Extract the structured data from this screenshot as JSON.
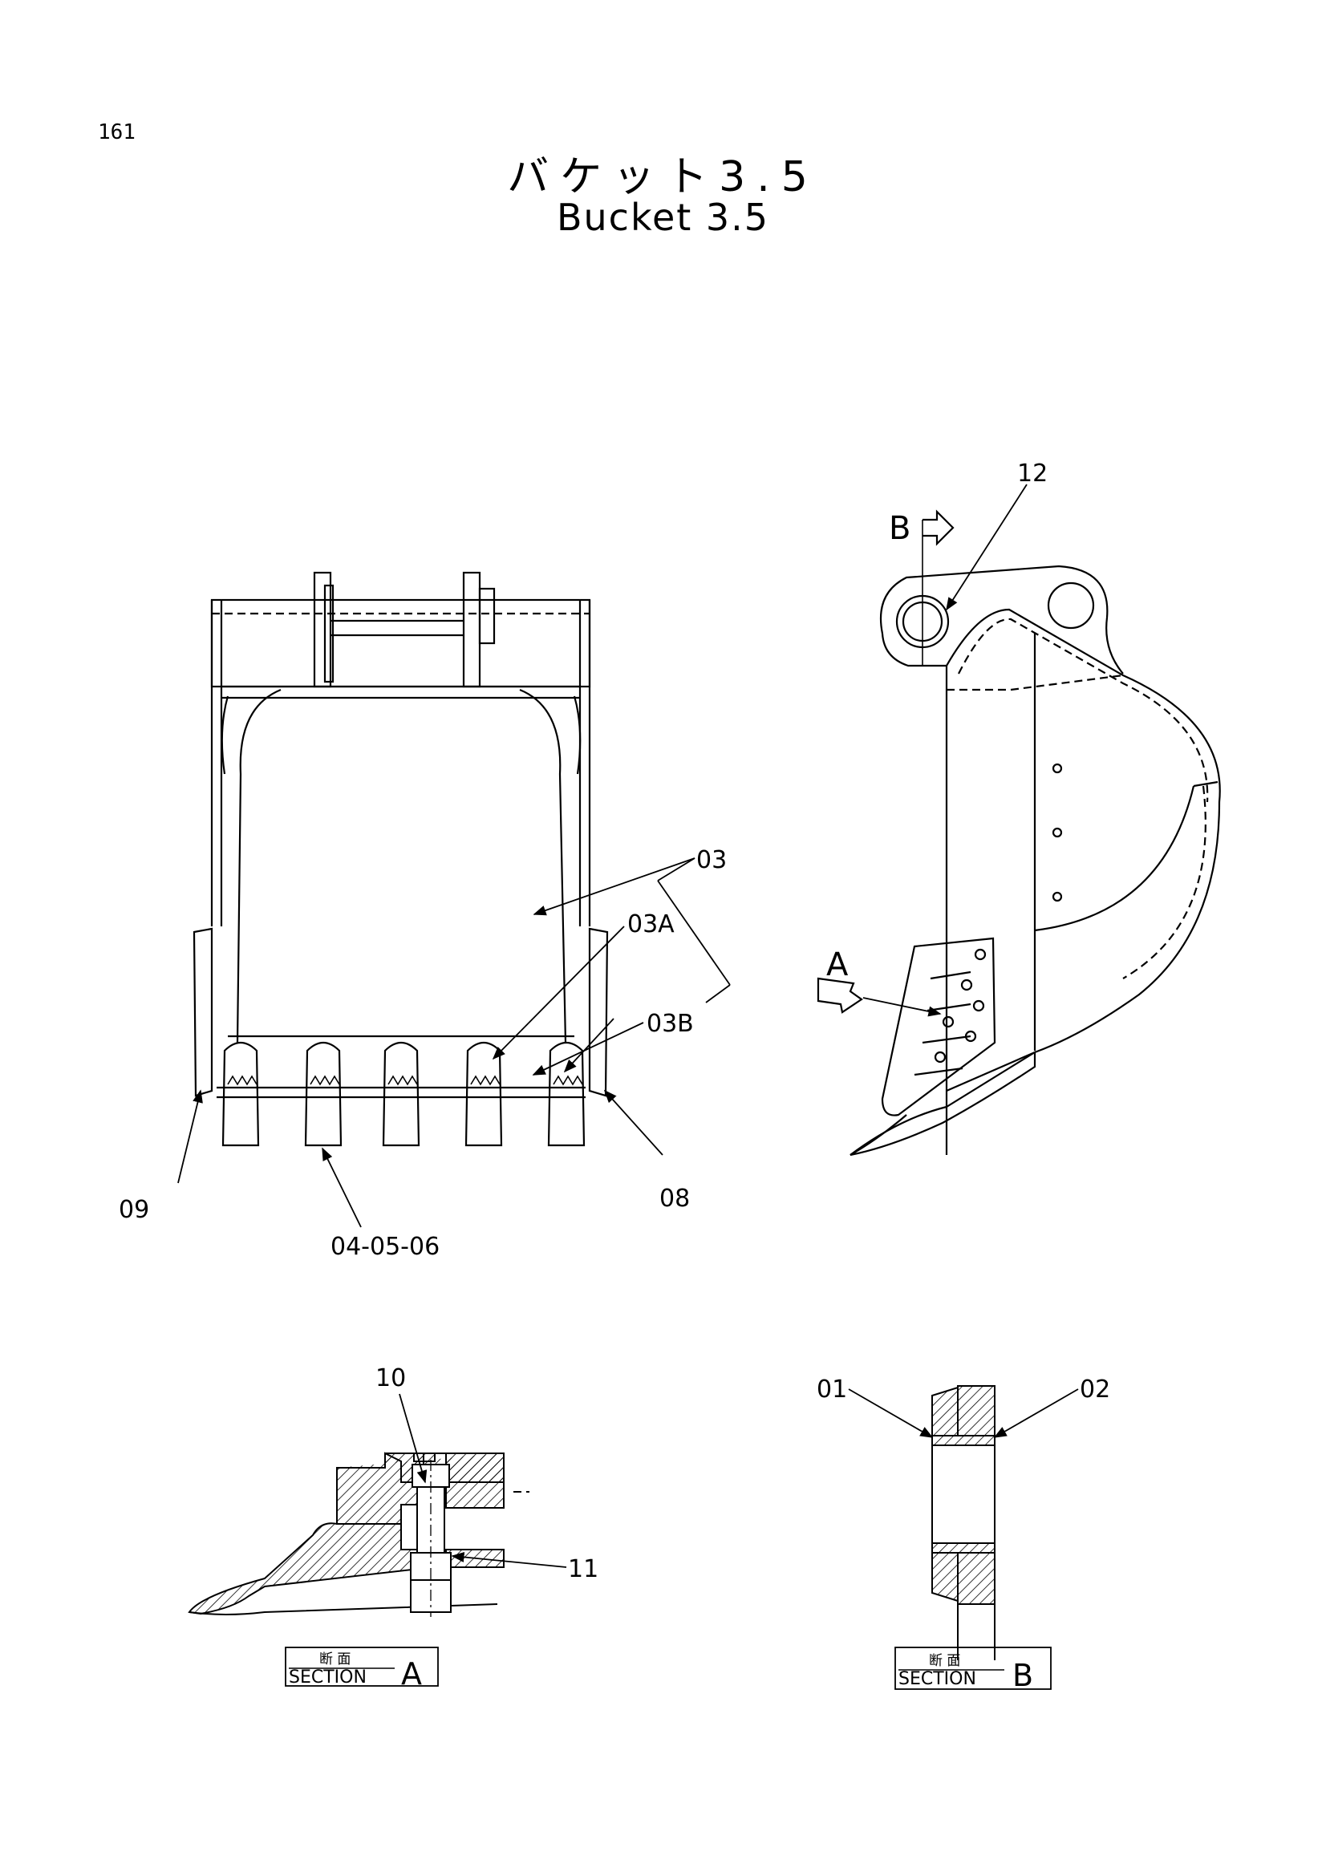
{
  "page_number": "161",
  "title_jp": "バケット3.5",
  "title_en": "Bucket 3.5",
  "callouts": {
    "p03": "03",
    "p03a": "03A",
    "p03b": "03B",
    "p09": "09",
    "p08": "08",
    "p040506": "04-05-06",
    "p12": "12",
    "p10": "10",
    "p11": "11",
    "p01": "01",
    "p02": "02"
  },
  "view_labels": {
    "a": "A",
    "b": "B"
  },
  "sections": {
    "a": {
      "kanji": "断 面",
      "label": "SECTION",
      "letter": "A"
    },
    "b": {
      "kanji": "断 面",
      "label": "SECTION",
      "letter": "B"
    }
  }
}
